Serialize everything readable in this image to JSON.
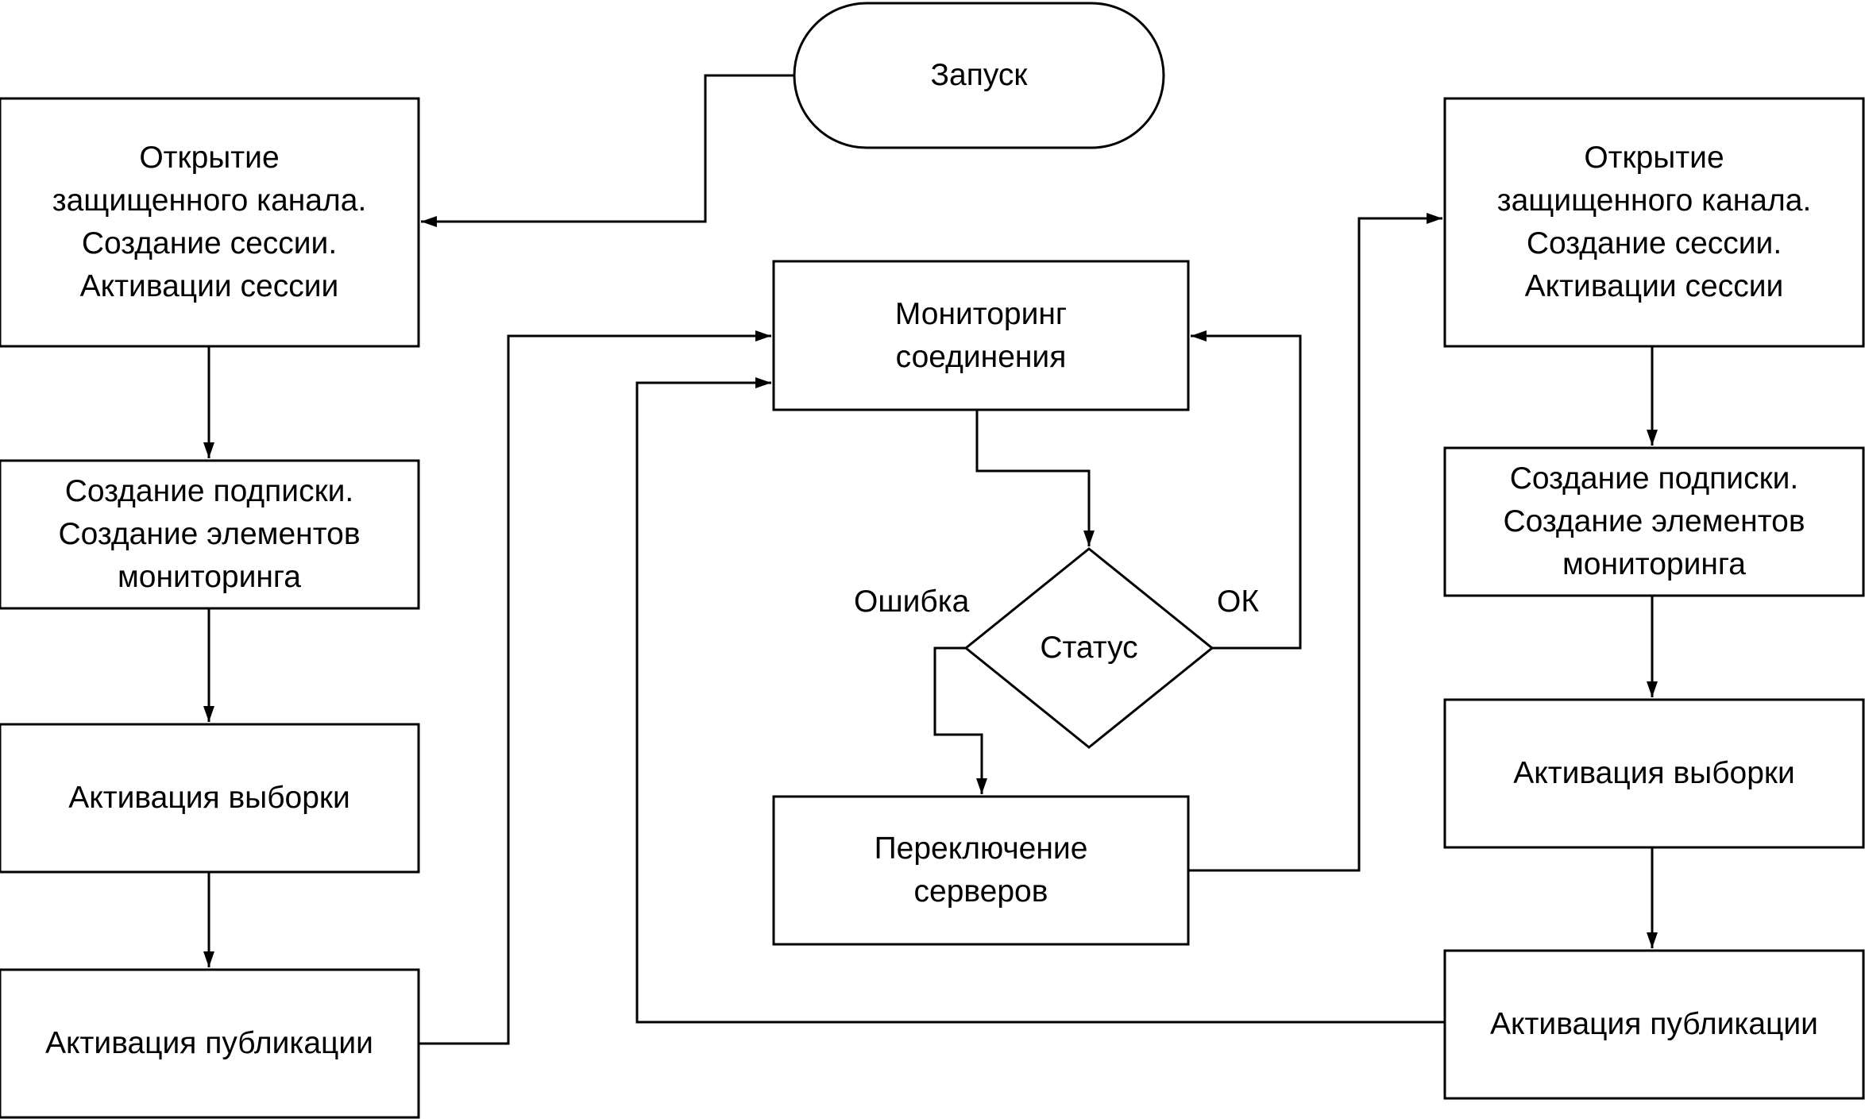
{
  "nodes": {
    "start": {
      "text": "Запуск"
    },
    "left_open": {
      "text": "Открытие\nзащищенного канала.\nСоздание сессии.\nАктивации сессии"
    },
    "left_subscribe": {
      "text": "Создание подписки.\nСоздание элементов\nмониторинга"
    },
    "left_sampling": {
      "text": "Активация выборки"
    },
    "left_publish": {
      "text": "Активация публикации"
    },
    "monitor": {
      "text": "Мониторинг\nсоединения"
    },
    "status": {
      "text": "Статус"
    },
    "switch": {
      "text": "Переключение\nсерверов"
    },
    "right_open": {
      "text": "Открытие\nзащищенного канала.\nСоздание сессии.\nАктивации сессии"
    },
    "right_subscribe": {
      "text": "Создание подписки.\nСоздание элементов\nмониторинга"
    },
    "right_sampling": {
      "text": "Активация выборки"
    },
    "right_publish": {
      "text": "Активация публикации"
    }
  },
  "edge_labels": {
    "error": "Ошибка",
    "ok": "ОК"
  }
}
